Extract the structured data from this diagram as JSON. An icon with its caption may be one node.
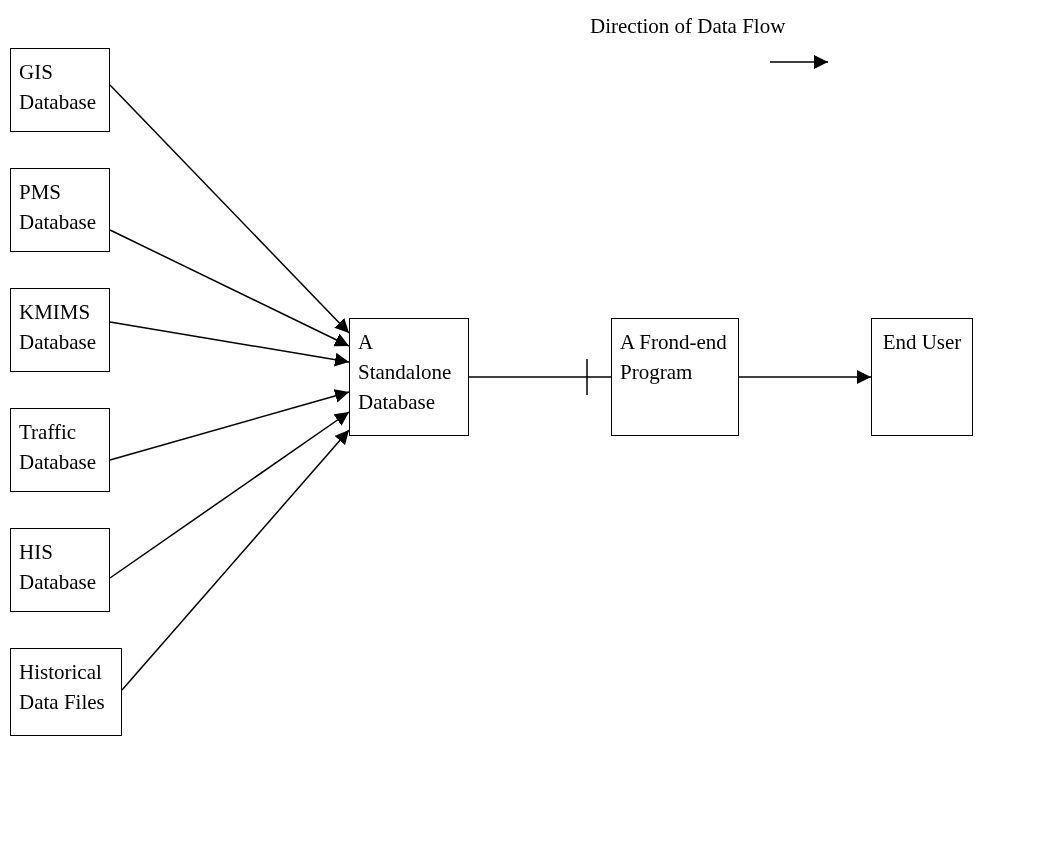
{
  "diagram": {
    "nodes": [
      {
        "text": [
          "GIS Database"
        ]
      },
      {
        "text": [
          "PMS Database"
        ]
      },
      {
        "text": [
          "KMIMS Database"
        ]
      },
      {
        "text": [
          "Traffic Database"
        ]
      },
      {
        "text": [
          "HIS Database"
        ]
      },
      {
        "text": [
          "Historical Data Files"
        ]
      },
      {
        "text": [
          "A Standalone Database"
        ]
      },
      {
        "text": [
          "A Frond-end Program"
        ]
      },
      {
        "text": [
          "End User"
        ]
      }
    ],
    "edges": [
      {
        "from": 0,
        "to": 6,
        "arrow": "to"
      },
      {
        "from": 1,
        "to": 6,
        "arrow": "to"
      },
      {
        "from": 2,
        "to": 6,
        "arrow": "to"
      },
      {
        "from": 3,
        "to": 6,
        "arrow": "to"
      },
      {
        "from": 4,
        "to": 6,
        "arrow": "to"
      },
      {
        "from": 5,
        "to": 6,
        "arrow": "to"
      },
      {
        "from": 6,
        "to": 7,
        "arrow": "other"
      },
      {
        "from": 7,
        "to": 8,
        "arrow": "to"
      }
    ],
    "legend": [
      {
        "text": "Direction of Data Flow"
      }
    ]
  }
}
